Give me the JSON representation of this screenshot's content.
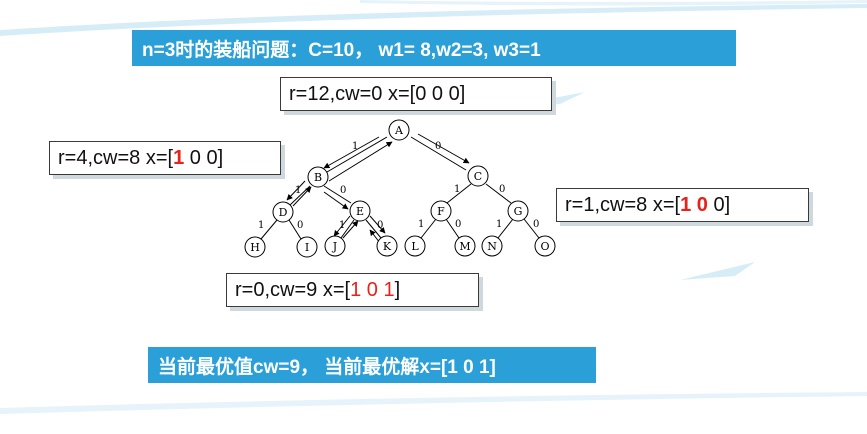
{
  "title_banner": "n=3时的装船问题：C=10， w1= 8,w2=3, w3=1",
  "bottom_banner": "当前最优值cw=9， 当前最优解x=[1 0 1]",
  "boxes": {
    "root": {
      "prefix": "r=12,cw=0  x=[",
      "v1": "0",
      "v2": "0",
      "v3": "0",
      "suffix": "]"
    },
    "b": {
      "prefix": "r=4,cw=8  x=[",
      "v1": "1",
      "v2": "0",
      "v3": "0",
      "suffix": "]"
    },
    "g": {
      "prefix": "r=1,cw=8  x=[",
      "v1": "1",
      "v2": "0",
      "v3": "0",
      "suffix": "]"
    },
    "k": {
      "prefix": "r=0,cw=9  x=[",
      "v1": "1",
      "v2": "0",
      "v3": "1",
      "suffix": "]"
    }
  },
  "tree": {
    "nodes": [
      "A",
      "B",
      "C",
      "D",
      "E",
      "F",
      "G",
      "H",
      "I",
      "J",
      "K",
      "L",
      "M",
      "N",
      "O"
    ],
    "edge_labels": {
      "one": "1",
      "zero": "0"
    }
  },
  "colors": {
    "banner": "#2a9fd8",
    "highlight": "#e8211b"
  }
}
